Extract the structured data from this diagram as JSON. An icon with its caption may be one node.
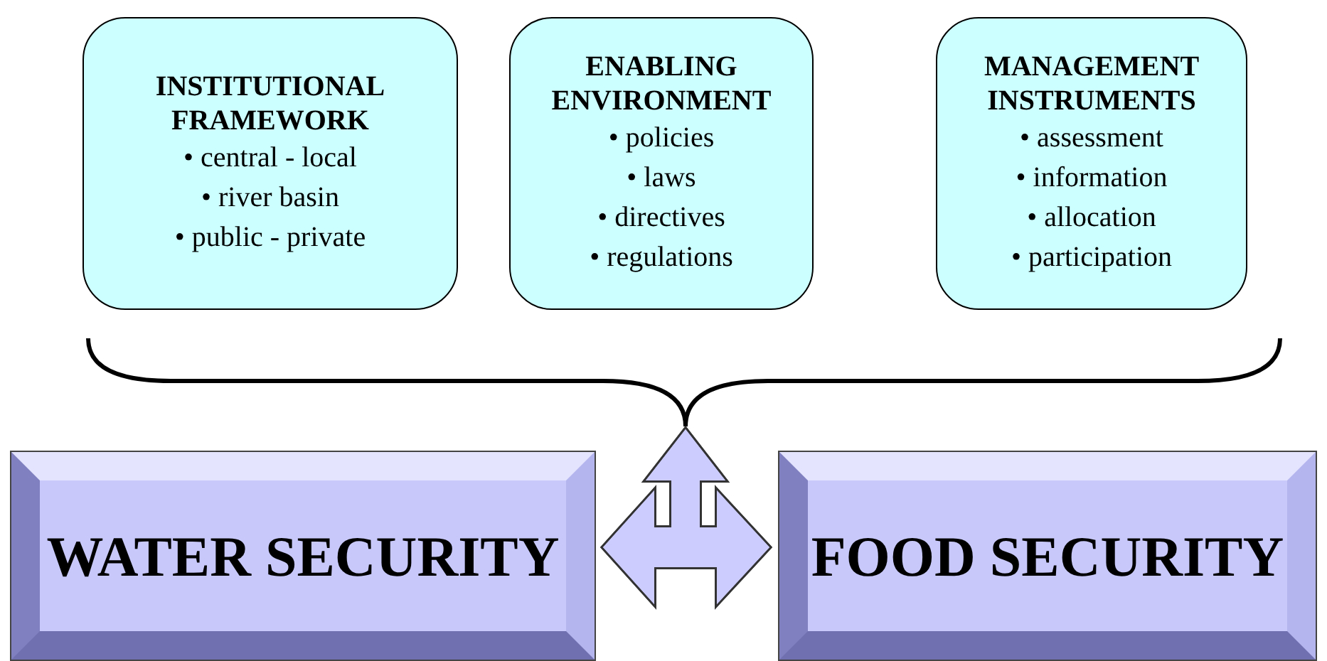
{
  "diagram": {
    "nodes": [
      {
        "text": [
          "INSTITUTIONAL FRAMEWORK",
          "• central - local",
          "• river basin",
          "• public - private"
        ]
      },
      {
        "text": [
          "ENABLING ENVIRONMENT",
          "• policies",
          "• laws",
          "• directives",
          "• regulations"
        ]
      },
      {
        "text": [
          "MANAGEMENT INSTRUMENTS",
          "• assessment",
          "• information",
          "• allocation",
          "• participation"
        ]
      },
      {
        "text": [
          "WATER SECURITY"
        ]
      },
      {
        "text": [
          "FOOD SECURITY"
        ]
      },
      {
        "text": [],
        "shape": "brace"
      }
    ],
    "edges": [
      {
        "from": 3,
        "to": 4,
        "arrow": "both"
      },
      {
        "from": 3,
        "to": 5,
        "arrow": "both"
      },
      {
        "from": 4,
        "to": 5,
        "arrow": "both"
      }
    ]
  }
}
